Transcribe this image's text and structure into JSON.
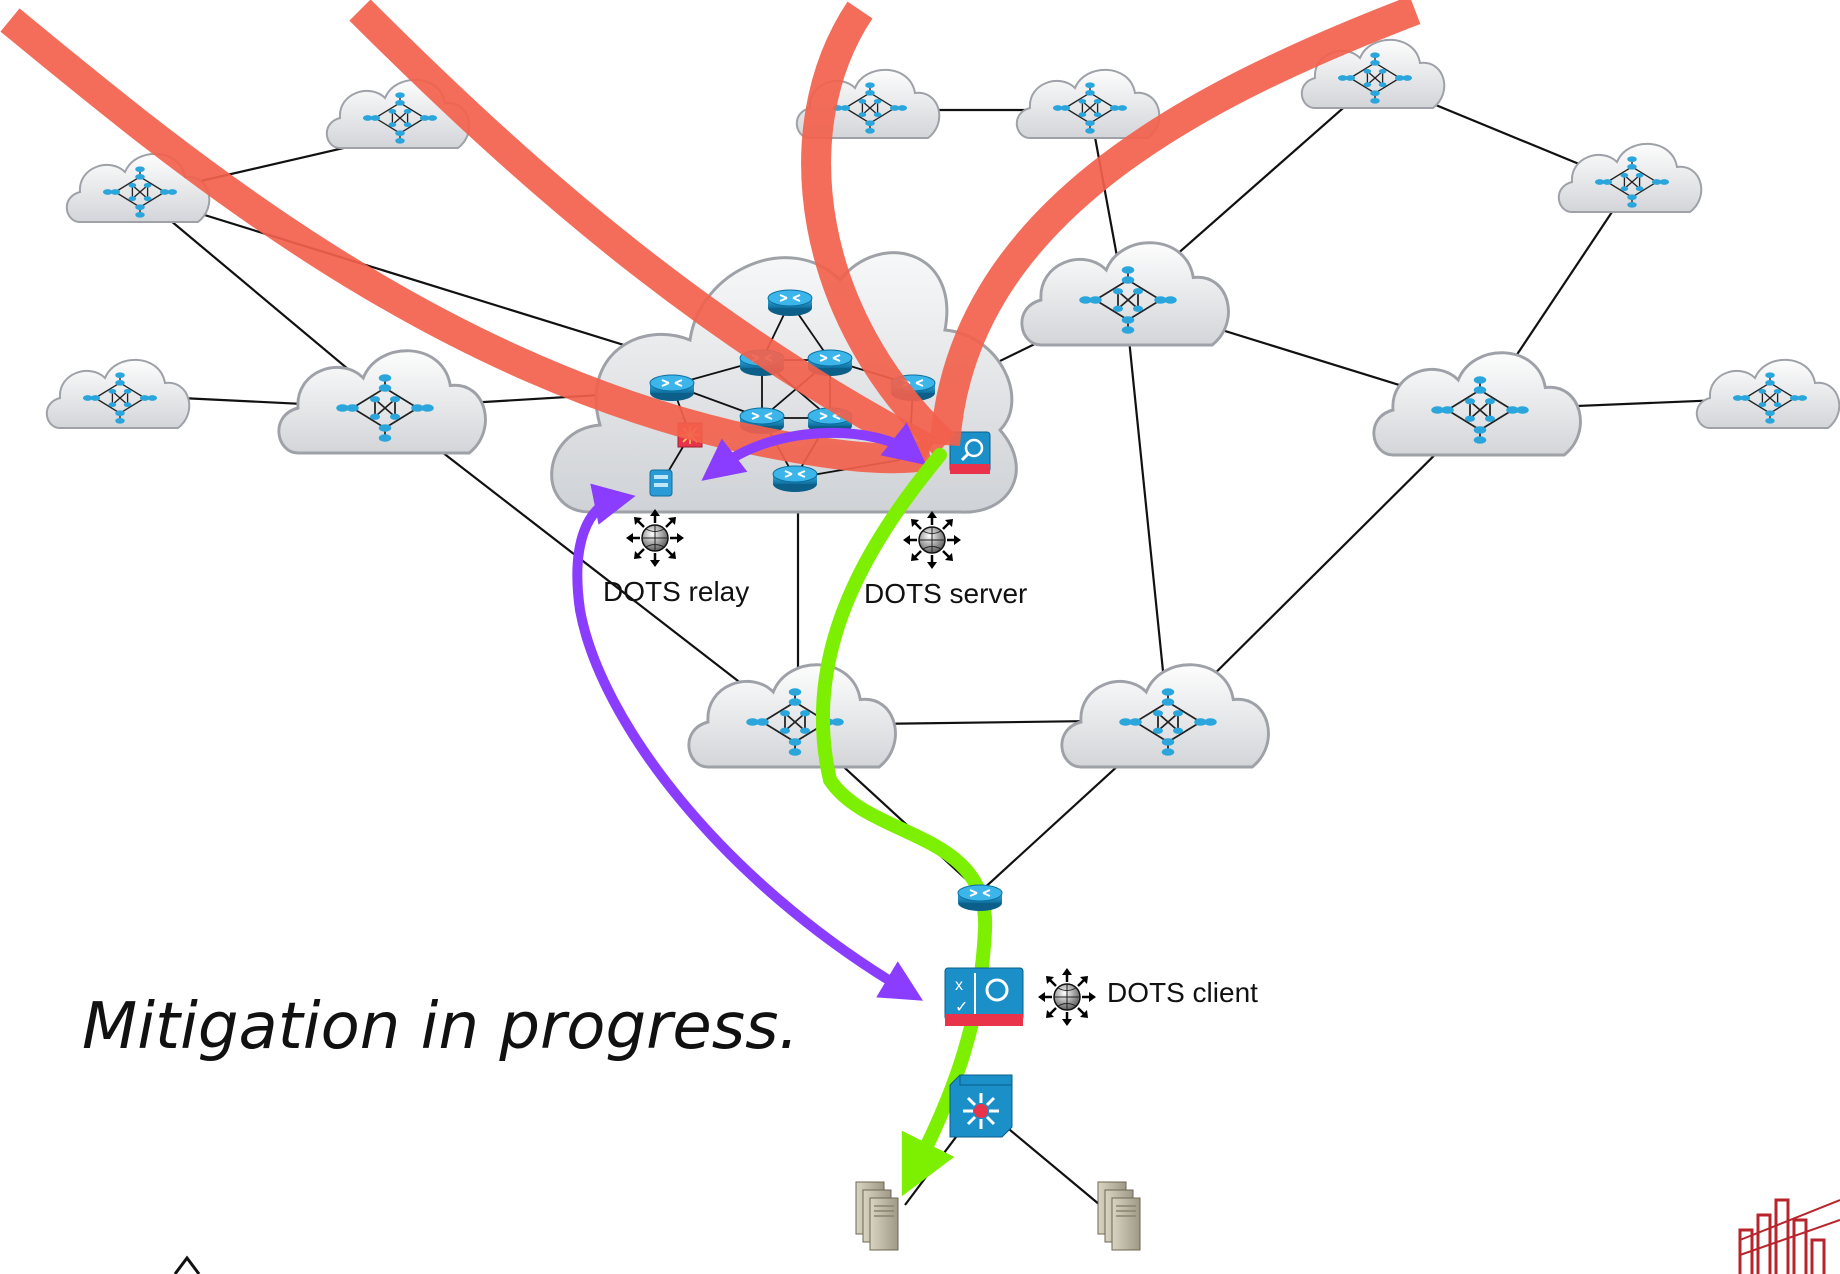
{
  "labels": {
    "dots_relay": "DOTS relay",
    "dots_server": "DOTS server",
    "dots_client": "DOTS client"
  },
  "caption": "Mitigation in progress.",
  "colors": {
    "attack_flow": "#f2614c",
    "signal_path": "#8b3dff",
    "mitigation_path": "#7cf000",
    "link": "#111111",
    "device_blue": "#1a8fc8",
    "device_red": "#e8334a",
    "server_beige": "#c9c3ae"
  },
  "icons": {
    "network_cloud": "network-cloud-icon",
    "router": "router-icon",
    "dots_agent": "dots-agent-globe-icon",
    "mitigator": "mitigator-icon",
    "switch": "switch-icon",
    "server": "server-stack-icon",
    "logo": "ietf-logo-icon"
  }
}
